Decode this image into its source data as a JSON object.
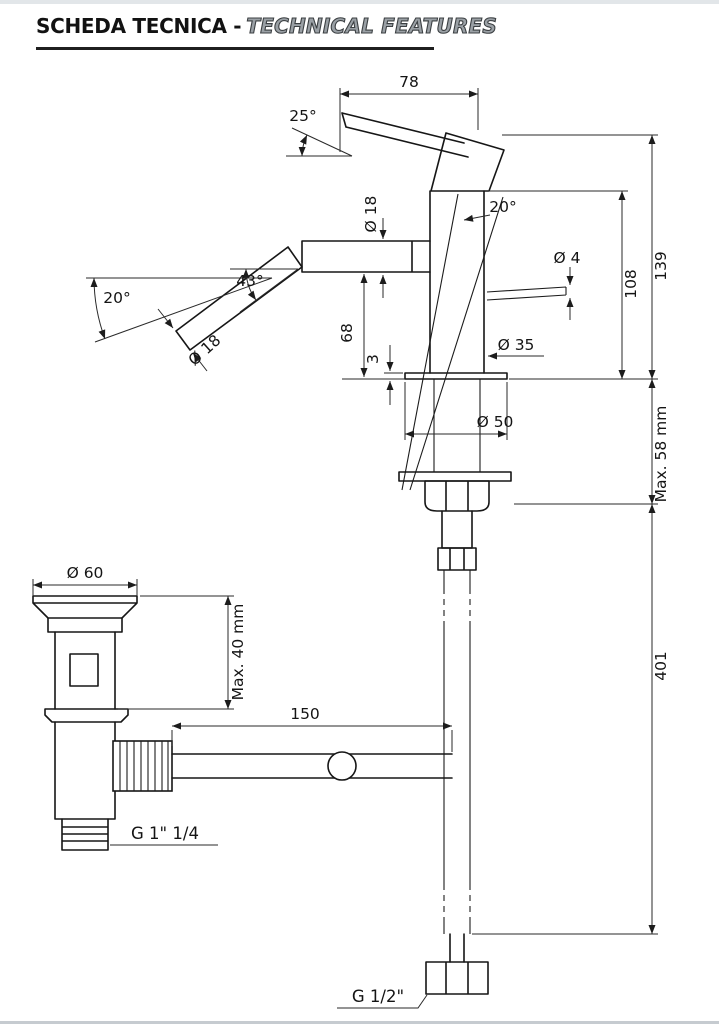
{
  "header": {
    "title_it": "SCHEDA TECNICA -",
    "title_en": "TECHNICAL FEATURES"
  },
  "dimensions": {
    "spout_reach": "78",
    "lever_angle": "25°",
    "spout_diameter": "Ø 18",
    "swivel_angle": "20°",
    "outlet_diameter": "Ø 4",
    "body_height": "108",
    "total_height": "139",
    "tip_angle": "43°",
    "flow_angle": "20°",
    "tip_diameter": "Ø 18",
    "spout_height": "68",
    "base_plate": "3",
    "body_diameter": "Ø 35",
    "base_diameter": "Ø 50",
    "max_counter": "Max. 58 mm",
    "drain_diameter": "Ø 60",
    "max_drain": "Max. 40 mm",
    "rod_length": "150",
    "hose_length": "401",
    "drain_thread": "G 1\" 1/4",
    "inlet_thread": "G 1/2\""
  }
}
